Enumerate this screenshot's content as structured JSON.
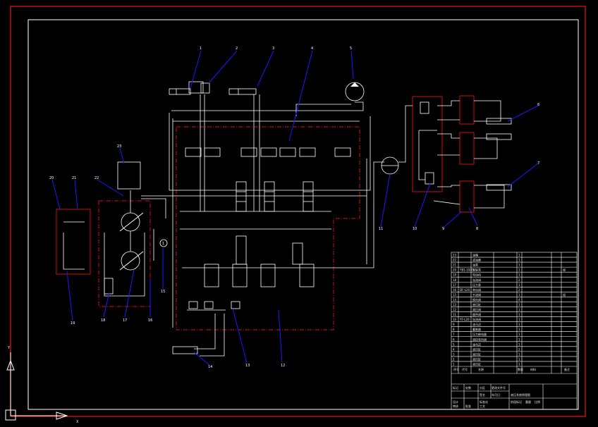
{
  "colors": {
    "background": "#000000",
    "line": "#ffffff",
    "border_red": "#cc1111",
    "leader": "#1a1aff"
  },
  "callout_labels": [
    "1",
    "2",
    "3",
    "4",
    "5",
    "6",
    "7",
    "8",
    "9",
    "10",
    "11",
    "12",
    "13",
    "14",
    "15",
    "16",
    "17",
    "18",
    "19",
    "20",
    "21",
    "22",
    "23"
  ],
  "gauge_symbol": "1",
  "ucs_axes": {
    "y": "Y",
    "x": "X"
  },
  "title_block": {
    "part_rows": [
      {
        "no": "23",
        "code": "",
        "name": "油箱",
        "qty": "1",
        "note": ""
      },
      {
        "no": "22",
        "code": "",
        "name": "滤油器",
        "qty": "1",
        "note": ""
      },
      {
        "no": "21",
        "code": "",
        "name": "油泵",
        "qty": "1",
        "note": ""
      },
      {
        "no": "20",
        "code": "YB1-10/25",
        "name": "双联泵",
        "qty": "1",
        "note": "组"
      },
      {
        "no": "19",
        "code": "",
        "name": "电动机",
        "qty": "1",
        "note": ""
      },
      {
        "no": "18",
        "code": "",
        "name": "溢流阀",
        "qty": "2",
        "note": ""
      },
      {
        "no": "17",
        "code": "",
        "name": "压力表",
        "qty": "1",
        "note": ""
      },
      {
        "no": "16",
        "code": "DF-L20",
        "name": "单向阀",
        "qty": "2",
        "note": ""
      },
      {
        "no": "15",
        "code": "",
        "name": "节流阀",
        "qty": "1",
        "note": "组"
      },
      {
        "no": "14",
        "code": "",
        "name": "换向阀",
        "qty": "4",
        "note": ""
      },
      {
        "no": "13",
        "code": "",
        "name": "液压缸",
        "qty": "1",
        "note": ""
      },
      {
        "no": "12",
        "code": "",
        "name": "减压阀",
        "qty": "1",
        "note": ""
      },
      {
        "no": "11",
        "code": "",
        "name": "顺序阀",
        "qty": "1",
        "note": ""
      },
      {
        "no": "10",
        "code": "YF-L20",
        "name": "溢流阀",
        "qty": "1",
        "note": ""
      },
      {
        "no": "9",
        "code": "",
        "name": "油马达",
        "qty": "1",
        "note": ""
      },
      {
        "no": "8",
        "code": "",
        "name": "蓄能器",
        "qty": "1",
        "note": ""
      },
      {
        "no": "7",
        "code": "",
        "name": "压力继电器",
        "qty": "1",
        "note": ""
      },
      {
        "no": "6",
        "code": "",
        "name": "液控单向阀",
        "qty": "1",
        "note": ""
      },
      {
        "no": "5",
        "code": "",
        "name": "油马达",
        "qty": "1",
        "note": ""
      },
      {
        "no": "4",
        "code": "",
        "name": "液压缸",
        "qty": "2",
        "note": ""
      },
      {
        "no": "3",
        "code": "",
        "name": "液压缸",
        "qty": "1",
        "note": ""
      },
      {
        "no": "2",
        "code": "",
        "name": "液压缸",
        "qty": "1",
        "note": ""
      },
      {
        "no": "1",
        "code": "",
        "name": "液压缸",
        "qty": "1",
        "note": ""
      }
    ],
    "header": {
      "no": "序号",
      "code": "代号",
      "name": "名称",
      "qty": "数量",
      "material": "材料",
      "note": "备注"
    },
    "title_cells": [
      "标记",
      "处数",
      "分区",
      "更改文件号",
      "签名",
      "年月日"
    ],
    "sign_cells": [
      "设计",
      "标准化",
      "审核",
      "工艺",
      "批准"
    ],
    "drawing_name": "液压系统原理图",
    "stage_cells": [
      "阶段标记",
      "重量",
      "比例"
    ]
  }
}
